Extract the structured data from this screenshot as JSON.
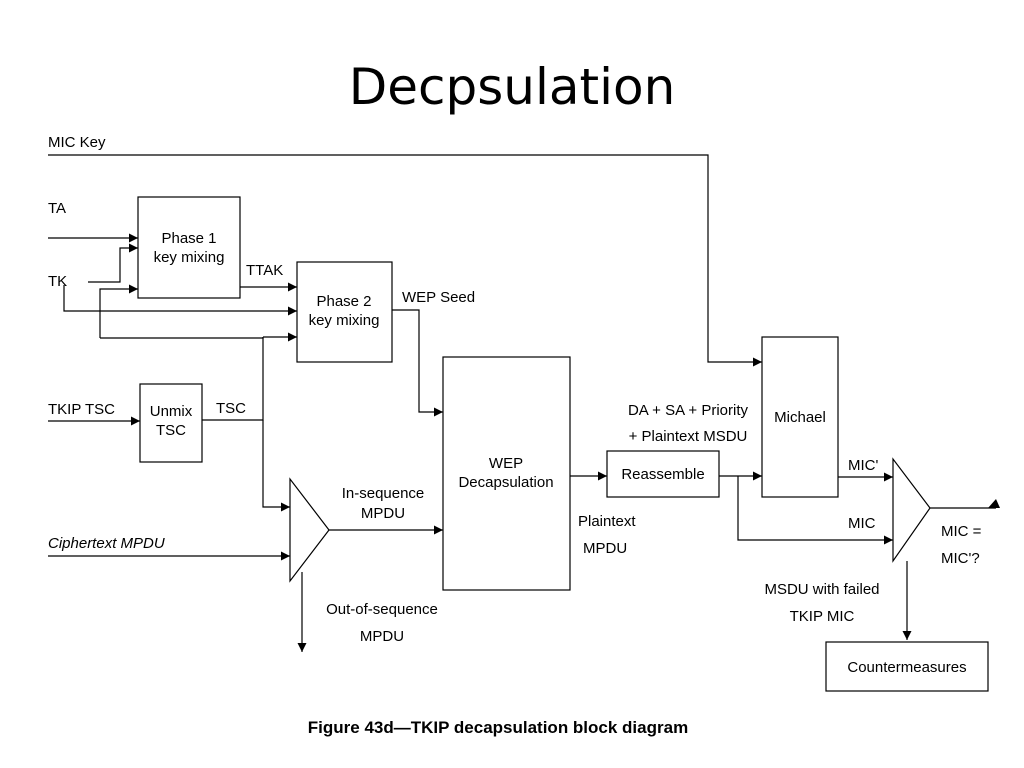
{
  "slide": {
    "title": "Decpsulation"
  },
  "diagram": {
    "inputs": {
      "mic_key": "MIC Key",
      "ta": "TA",
      "tk": "TK",
      "tkip_tsc": "TKIP TSC",
      "ciphertext_mpdu": "Ciphertext MPDU"
    },
    "blocks": {
      "phase1": [
        "Phase 1",
        "key mixing"
      ],
      "phase2": [
        "Phase 2",
        "key mixing"
      ],
      "unmix": [
        "Unmix",
        "TSC"
      ],
      "wep_decap": [
        "WEP",
        "Decapsulation"
      ],
      "reassemble": "Reassemble",
      "michael": "Michael",
      "countermeasures": "Countermeasures"
    },
    "labels": {
      "ttak": "TTAK",
      "wep_seed": "WEP Seed",
      "tsc": "TSC",
      "in_sequence": [
        "In-sequence",
        "MPDU"
      ],
      "out_of_sequence": [
        "Out-of-sequence",
        "MPDU"
      ],
      "plaintext_mpdu": [
        "Plaintext",
        "MPDU"
      ],
      "reassembly_input": [
        "DA + SA + Priority",
        "+ Plaintext MSDU"
      ],
      "mic_prime": "MIC'",
      "mic": "MIC",
      "compare_result": [
        "MIC =",
        "MIC'?"
      ],
      "failed_mic": [
        "MSDU with failed",
        "TKIP MIC"
      ]
    },
    "caption": "Figure 43d—TKIP decapsulation block diagram"
  }
}
